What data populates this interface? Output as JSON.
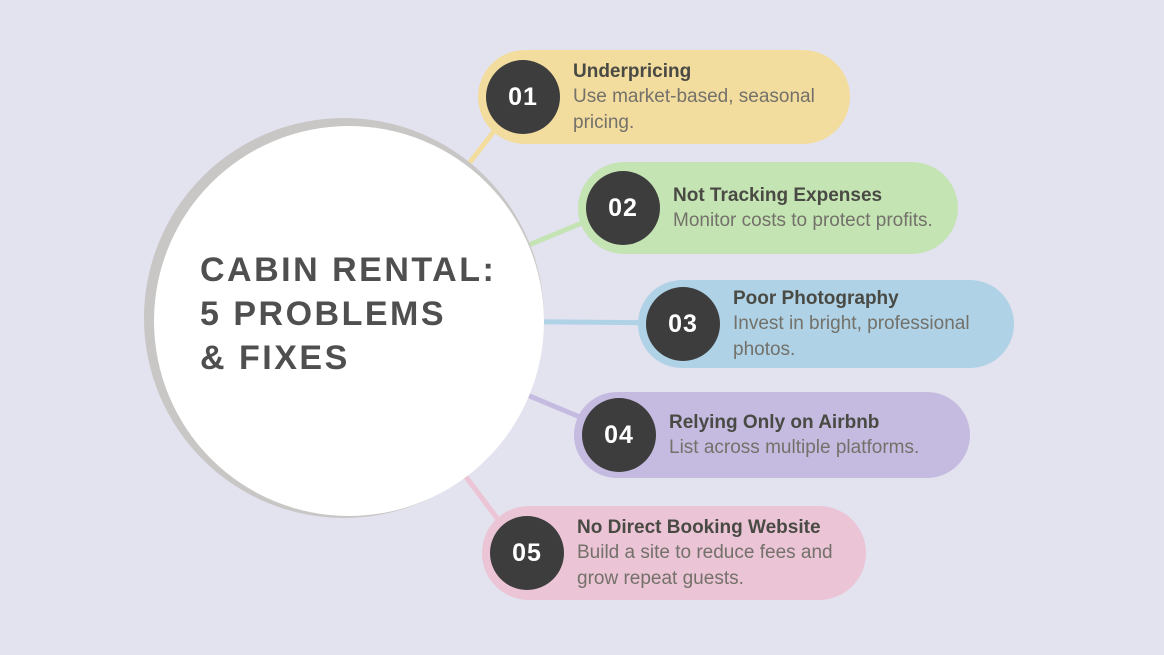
{
  "title": {
    "lines": [
      "CABIN RENTAL:",
      "5 PROBLEMS",
      "& FIXES"
    ]
  },
  "items": [
    {
      "number": "01",
      "title": "Underpricing",
      "description": "Use market-based, seasonal pricing.",
      "color": "#f3dd9e"
    },
    {
      "number": "02",
      "title": "Not Tracking Expenses",
      "description": "Monitor costs to protect profits.",
      "color": "#c5e4b4"
    },
    {
      "number": "03",
      "title": "Poor Photography",
      "description": "Invest in bright, professional photos.",
      "color": "#afd2e6"
    },
    {
      "number": "04",
      "title": "Relying Only on Airbnb",
      "description": "List across multiple platforms.",
      "color": "#c5bbe0"
    },
    {
      "number": "05",
      "title": "No Direct Booking Website",
      "description": "Build a site to reduce fees and grow repeat guests.",
      "color": "#ebc4d5"
    }
  ],
  "colors": {
    "background": "#e3e2ef",
    "circle_fill": "#ffffff",
    "circle_shadow": "#c9c7c5",
    "number_circle": "#3d3d3d",
    "number_text": "#ffffff",
    "title_text": "#4f4f4f",
    "item_title_text": "#4a4a44",
    "item_desc_text": "#73716a"
  }
}
